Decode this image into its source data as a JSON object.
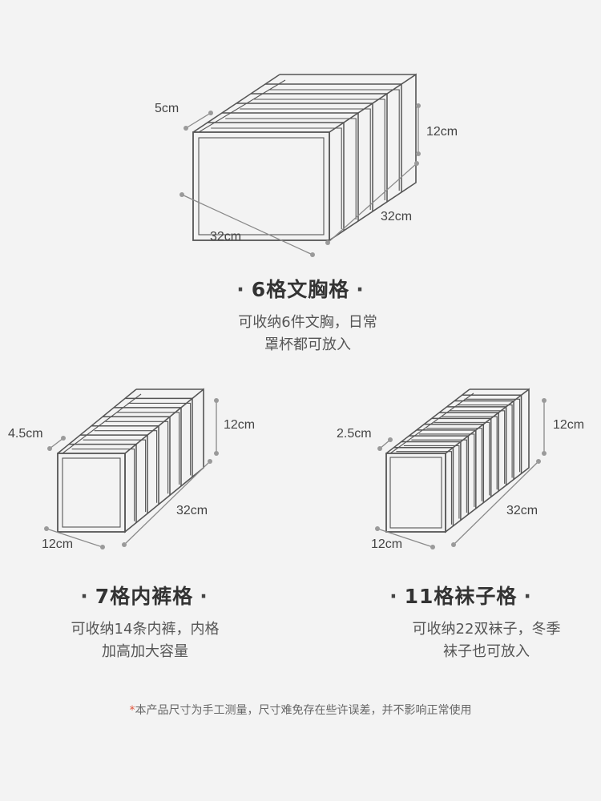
{
  "boxes": [
    {
      "title": "6格文胸格",
      "desc_lines": [
        "可收纳6件文胸，日常",
        "罩杯都可放入"
      ],
      "dims": {
        "cell": "5cm",
        "height": "12cm",
        "depth": "32cm",
        "width": "32cm"
      }
    },
    {
      "title": "7格内裤格",
      "desc_lines": [
        "可收纳14条内裤，内格",
        "加高加大容量"
      ],
      "dims": {
        "cell": "4.5cm",
        "height": "12cm",
        "depth": "32cm",
        "width": "12cm"
      }
    },
    {
      "title": "11格袜子格",
      "desc_lines": [
        "可收纳22双袜子，冬季",
        "袜子也可放入"
      ],
      "dims": {
        "cell": "2.5cm",
        "height": "12cm",
        "depth": "32cm",
        "width": "12cm"
      }
    }
  ],
  "decor_dot": "·",
  "note": {
    "star": "*",
    "text": "本产品尺寸为手工测量，尺寸难免存在些许误差，并不影响正常使用"
  },
  "colors": {
    "line": "#555555",
    "dot": "#9a9a9a",
    "fill": "#f3f3f3",
    "star": "#e0543b"
  }
}
